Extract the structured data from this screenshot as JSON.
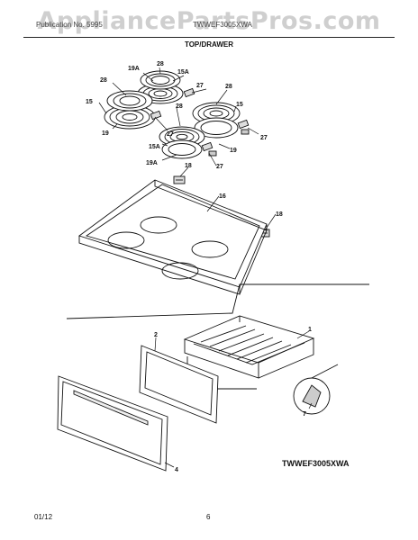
{
  "watermark": "AppliancePartsPros.com",
  "header": {
    "left": "Publication No. 5995",
    "right": "TWWEF3005XWA"
  },
  "section_title": "TOP/DRAWER",
  "callouts": {
    "c28a": "28",
    "c19A_top": "19A",
    "c15A_top": "15A",
    "c28b": "28",
    "c27a": "27",
    "c28c": "28",
    "c15_left": "15",
    "c28d": "28",
    "c15_right": "15",
    "c19_left": "19",
    "c27b": "27",
    "c15A_bot": "15A",
    "c19_right": "19",
    "c27c": "27",
    "c19A_bot": "19A",
    "c27d": "27",
    "c18a": "18",
    "c16": "16",
    "c18b": "18",
    "c1": "1",
    "c2": "2",
    "c7": "7",
    "c4": "4"
  },
  "model_number": "TWWEF3005XWA",
  "footer": {
    "date": "01/12",
    "page": "6"
  }
}
